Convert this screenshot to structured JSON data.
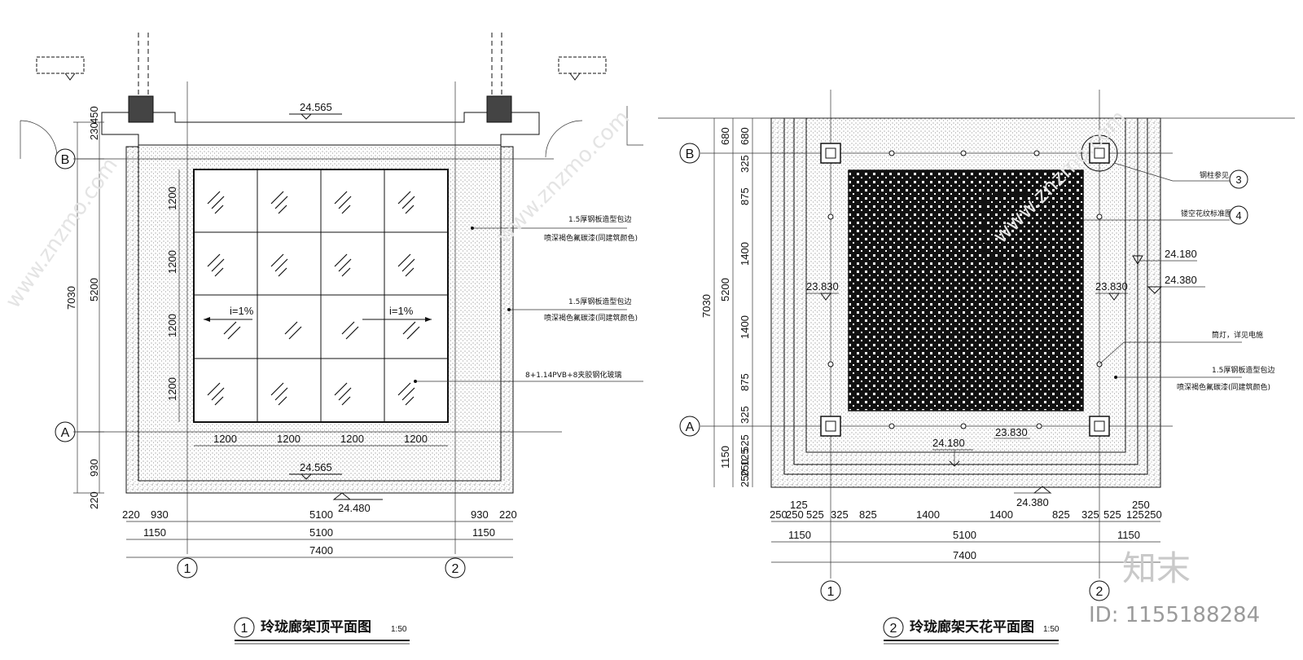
{
  "left_plan": {
    "title": "玲珑廊架顶平面图",
    "number": "1",
    "scale": "1:50",
    "level_top": "24.565",
    "level_bottom_inner": "24.565",
    "level_bottom": "24.480",
    "slope_left": "i=1%",
    "slope_right": "i=1%",
    "note1_line1": "1.5厚钢板造型包边",
    "note1_line2": "喷深褐色氟碳漆(同建筑颜色)",
    "note2_line1": "1.5厚钢板造型包边",
    "note2_line2": "喷深褐色氟碳漆(同建筑颜色)",
    "note3": "8+1.14PVB+8夹胶钢化玻璃",
    "axis_b": "B",
    "axis_a": "A",
    "axis_1": "1",
    "axis_2": "2",
    "vdim_outer": "7030",
    "vdim_mid": "5200",
    "vdim_top": "230",
    "vdim_top2": "450",
    "vdim_930": "930",
    "vdim_220": "220",
    "grid_h": [
      "1200",
      "1200",
      "1200",
      "1200"
    ],
    "grid_v": [
      "1200",
      "1200",
      "1200",
      "1200"
    ],
    "hdim_row1": [
      "220",
      "930",
      "5100",
      "930",
      "220"
    ],
    "hdim_row2": [
      "1150",
      "5100",
      "1150"
    ],
    "hdim_row3": "7400"
  },
  "right_plan": {
    "title": "玲珑廊架天花平面图",
    "number": "2",
    "scale": "1:50",
    "axis_b": "B",
    "axis_a": "A",
    "axis_1": "1",
    "axis_2": "2",
    "level_1": "24.180",
    "level_2": "24.380",
    "level_3": "23.830",
    "level_4": "23.830",
    "level_5": "24.180",
    "level_6": "23.830",
    "level_7": "24.380",
    "note_col": "钢柱参见",
    "note_col_ref": "3",
    "note_pattern": "镂空花纹标准图",
    "note_pattern_ref": "4",
    "note_lamp": "筒灯，详见电施",
    "note_steel_line1": "1.5厚钢板造型包边",
    "note_steel_line2": "喷深褐色氟碳漆(同建筑颜色)",
    "vdim_outer": "7030",
    "vdim_mid": "5200",
    "vdim_680a": "680",
    "vdim_680b": "680",
    "vdim_inner": [
      "325",
      "875",
      "1400",
      "1400",
      "875",
      "325"
    ],
    "vdim_1150": "1150",
    "vdim_bottom": [
      "525",
      "125",
      "250",
      "250"
    ],
    "hdim_row1": [
      "250",
      "250",
      "525",
      "325",
      "825",
      "1400",
      "1400",
      "825",
      "325",
      "525",
      "125",
      "250"
    ],
    "hdim_top_small": [
      "125",
      "250"
    ],
    "hdim_row2": [
      "1150",
      "5100",
      "1150"
    ],
    "hdim_row3": "7400"
  },
  "brand": {
    "logo_text": "知末",
    "id_text": "ID: 1155188284",
    "watermark": "www.znzmo.com"
  }
}
